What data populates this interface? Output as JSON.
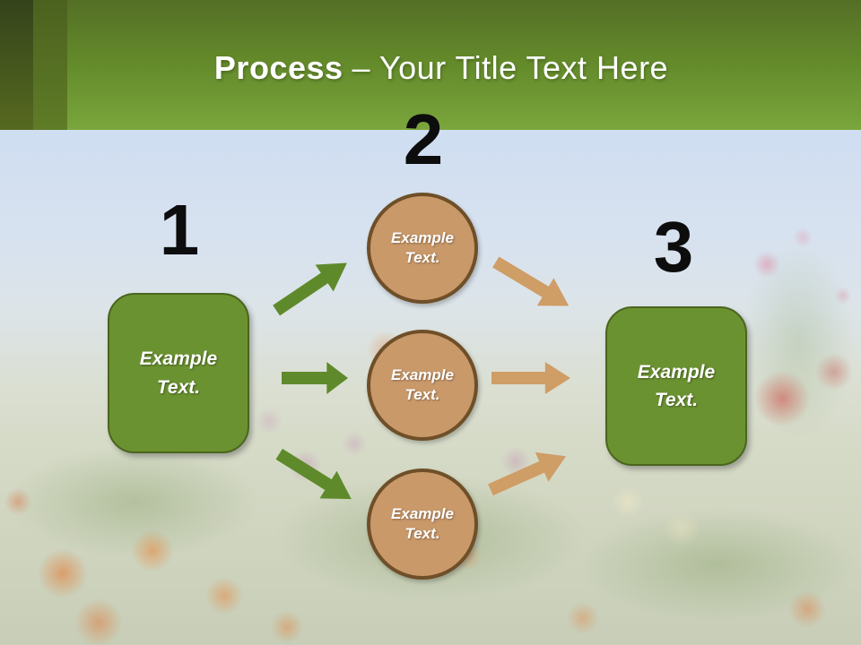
{
  "slide": {
    "title": {
      "bold": "Process",
      "rest": "– Your Title Text Here"
    },
    "numbers": [
      "1",
      "2",
      "3"
    ],
    "left_box": {
      "label": "Example Text."
    },
    "right_box": {
      "label": "Example Text."
    },
    "circles": [
      {
        "label": "Example Text."
      },
      {
        "label": "Example Text."
      },
      {
        "label": "Example Text."
      }
    ]
  },
  "colors": {
    "header_gradient_top": "#546f26",
    "header_gradient_bottom": "#7aa63c",
    "box_fill": "#6b9231",
    "box_border": "#4a651d",
    "circle_fill": "#c9996a",
    "circle_border": "#6f4f28",
    "arrow_green": "#5f8a2b",
    "arrow_orange": "#cf9d66",
    "title_text": "#ffffff",
    "number_text": "#0d0d0d",
    "label_text": "#ffffff",
    "sky": "#cfdef1"
  }
}
